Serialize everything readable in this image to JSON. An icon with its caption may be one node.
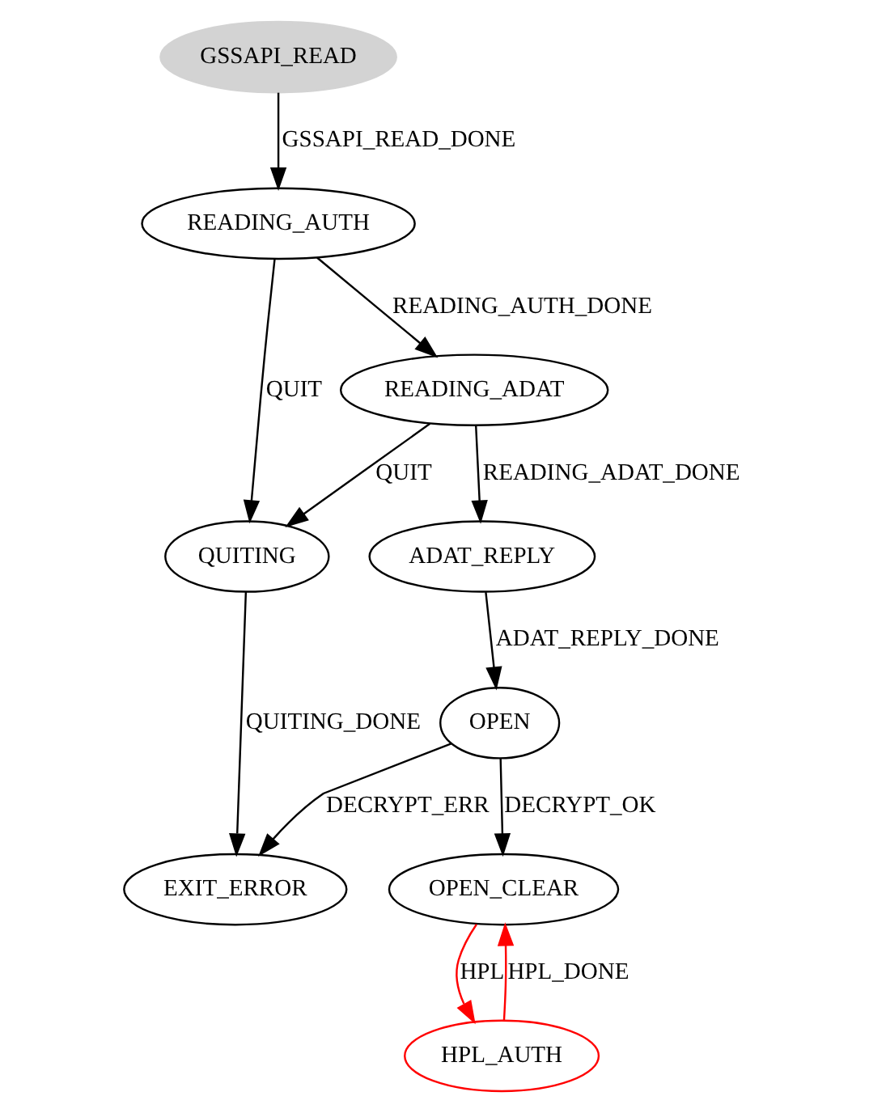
{
  "diagram": {
    "nodes": [
      {
        "text": [
          "GSSAPI_READ"
        ]
      },
      {
        "text": [
          "READING_AUTH"
        ]
      },
      {
        "text": [
          "READING_ADAT"
        ]
      },
      {
        "text": [
          "QUITING"
        ]
      },
      {
        "text": [
          "ADAT_REPLY"
        ]
      },
      {
        "text": [
          "OPEN"
        ]
      },
      {
        "text": [
          "OPEN_CLEAR"
        ]
      },
      {
        "text": [
          "EXIT_ERROR"
        ]
      },
      {
        "text": [
          "HPL_AUTH"
        ]
      }
    ],
    "edges": [
      {
        "from": 0,
        "to": 1,
        "arrow": "to",
        "label": "GSSAPI_READ_DONE"
      },
      {
        "from": 1,
        "to": 2,
        "arrow": "to",
        "label": "READING_AUTH_DONE"
      },
      {
        "from": 1,
        "to": 3,
        "arrow": "to",
        "label": "QUIT"
      },
      {
        "from": 2,
        "to": 4,
        "arrow": "to",
        "label": "READING_ADAT_DONE"
      },
      {
        "from": 2,
        "to": 3,
        "arrow": "to",
        "label": "QUIT"
      },
      {
        "from": 4,
        "to": 5,
        "arrow": "to",
        "label": "ADAT_REPLY_DONE"
      },
      {
        "from": 3,
        "to": 7,
        "arrow": "to",
        "label": "QUITING_DONE"
      },
      {
        "from": 5,
        "to": 6,
        "arrow": "to",
        "label": "DECRYPT_OK"
      },
      {
        "from": 5,
        "to": 7,
        "arrow": "to",
        "label": "DECRYPT_ERR"
      },
      {
        "from": 6,
        "to": 8,
        "arrow": "to",
        "label": "HPL",
        "color": "#ff0000"
      },
      {
        "from": 8,
        "to": 6,
        "arrow": "to",
        "label": "HPL_DONE",
        "color": "#ff0000"
      }
    ]
  }
}
